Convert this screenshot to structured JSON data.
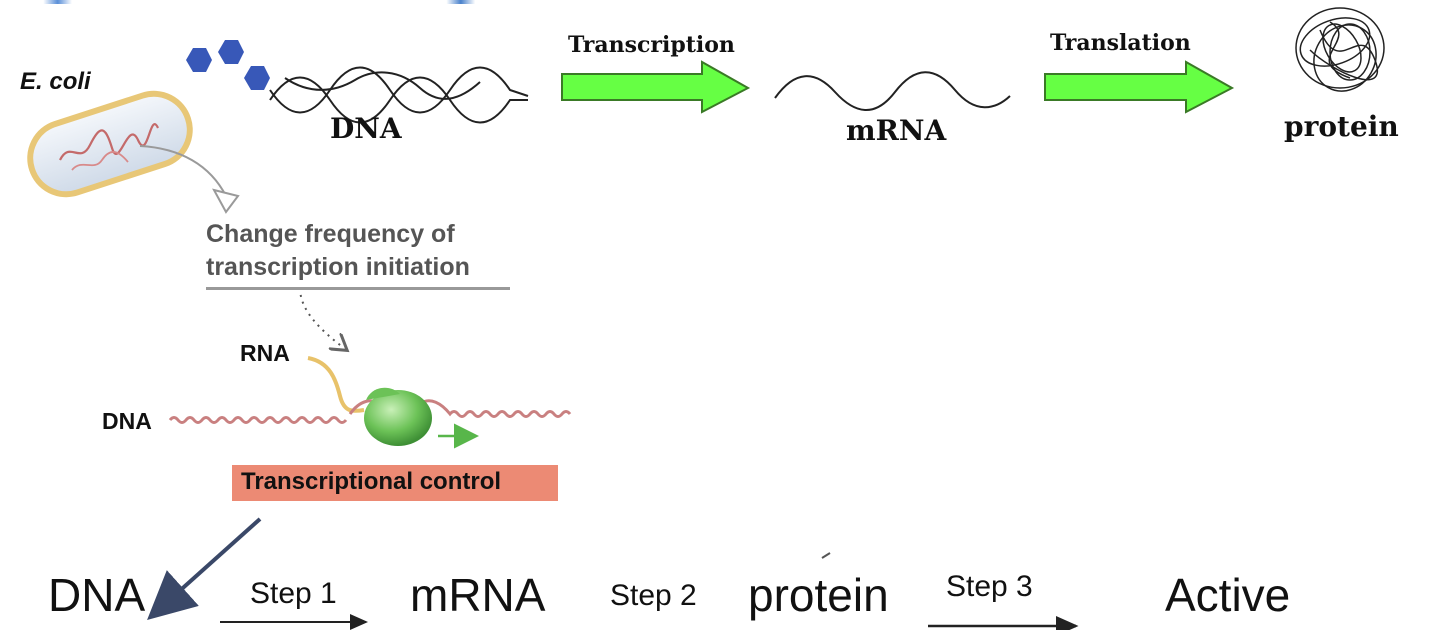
{
  "colors": {
    "arrow_fill": "#66ff44",
    "arrow_stroke": "#3a7a26",
    "hexagon": "#3858b8",
    "box_fill": "#ec8a74",
    "cell_fill": "#dde6f0",
    "cell_border": "#e8c777",
    "dna_strand": "#c98080",
    "polymerase": "#6cc257",
    "pointer_arrow": "#3a4868",
    "rna_strand": "#e8c26a"
  },
  "top_row": {
    "organism": "E. coli",
    "dna": "DNA",
    "transcription": "Transcription",
    "mrna": "mRNA",
    "translation": "Translation",
    "protein": "protein"
  },
  "control": {
    "annotation": "Change frequency of transcription initiation",
    "rna": "RNA",
    "dna": "DNA",
    "box_label": "Transcriptional control"
  },
  "bottom_row": {
    "dna": "DNA",
    "step1": "Step 1",
    "mrna": "mRNA",
    "step2": "Step 2",
    "protein": "protein",
    "step3": "Step 3",
    "active": "Active"
  },
  "icons": [
    "hexagon-molecule-icon",
    "ecoli-cell-icon",
    "dna-helix-icon",
    "mrna-strand-icon",
    "protein-tangle-icon",
    "rna-polymerase-icon"
  ]
}
